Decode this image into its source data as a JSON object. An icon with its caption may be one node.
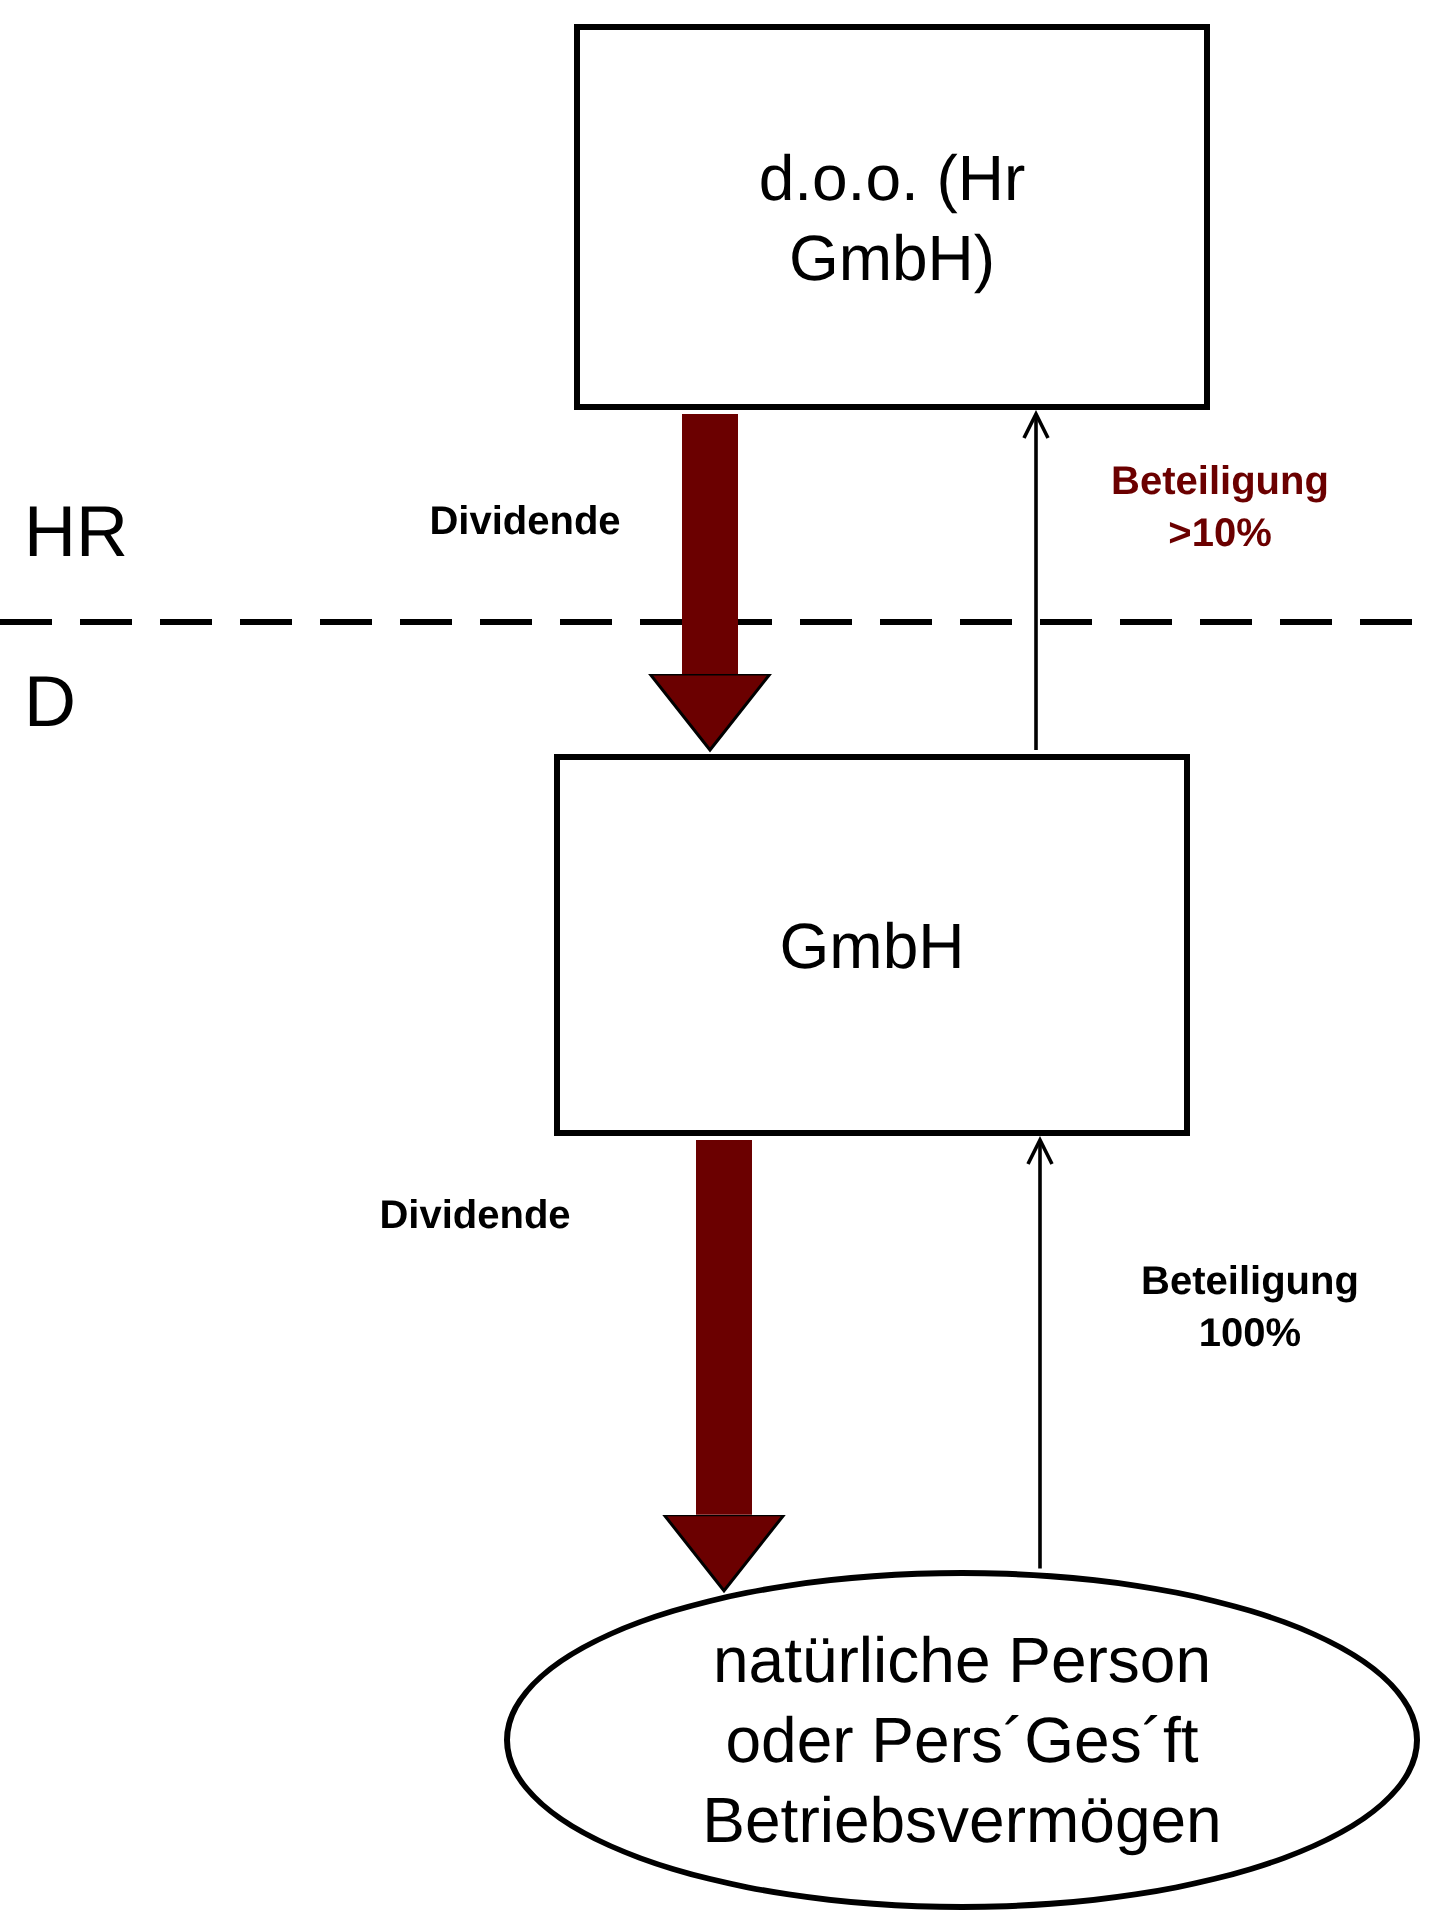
{
  "diagram": {
    "nodes": [
      {
        "text": [
          "d.o.o. (Hr GmbH)"
        ]
      },
      {
        "text": [
          "GmbH"
        ]
      },
      {
        "text": [
          "natürliche Person oder Pers´Ges´ft Betriebsvermögen"
        ]
      }
    ],
    "edges": [
      {
        "from": 0,
        "to": 1,
        "arrow": "to",
        "label": "Dividende",
        "style": "thick",
        "color": "#6b0000"
      },
      {
        "from": 1,
        "to": 0,
        "arrow": "to",
        "label": "Beteiligung >10%",
        "color": "#000000"
      },
      {
        "from": 1,
        "to": 2,
        "arrow": "to",
        "label": "Dividende",
        "style": "thick",
        "color": "#6b0000"
      },
      {
        "from": 2,
        "to": 1,
        "arrow": "to",
        "label": "Beteiligung 100%",
        "color": "#000000"
      }
    ],
    "labels": [
      "HR",
      "D"
    ]
  }
}
